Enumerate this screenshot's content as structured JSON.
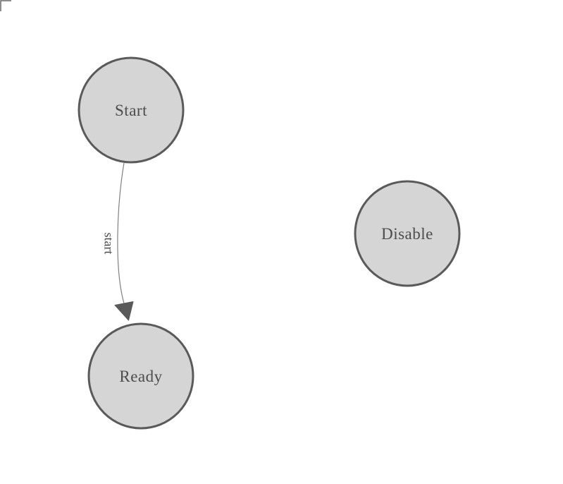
{
  "diagram": {
    "type": "state-machine",
    "nodes": [
      {
        "id": "start",
        "label": "Start"
      },
      {
        "id": "ready",
        "label": "Ready"
      },
      {
        "id": "disable",
        "label": "Disable"
      }
    ],
    "edges": [
      {
        "from": "start",
        "to": "ready",
        "label": "start"
      }
    ],
    "colors": {
      "background": "#ffffff",
      "node_fill": "#d5d5d5",
      "node_stroke": "#5a5a5a",
      "label_text": "#4c4c4c",
      "edge_stroke": "#808080",
      "arrowhead_fill": "#5a5a5a",
      "corner_mark": "#666666"
    }
  }
}
